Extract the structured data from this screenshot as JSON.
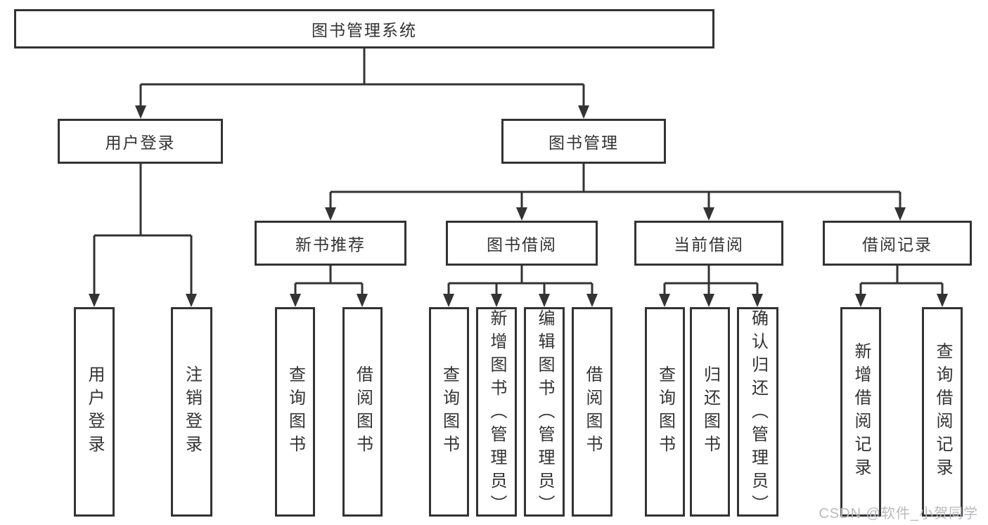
{
  "tree": {
    "root": {
      "label": "图书管理系统"
    },
    "children": [
      {
        "label": "用户登录",
        "children": [
          {
            "label": "用户登录"
          },
          {
            "label": "注销登录"
          }
        ]
      },
      {
        "label": "图书管理",
        "children": [
          {
            "label": "新书推荐",
            "children": [
              {
                "label": "查询图书"
              },
              {
                "label": "借阅图书"
              }
            ]
          },
          {
            "label": "图书借阅",
            "children": [
              {
                "label": "查询图书"
              },
              {
                "label": "新增图书（管理员）"
              },
              {
                "label": "编辑图书（管理员）"
              },
              {
                "label": "借阅图书"
              }
            ]
          },
          {
            "label": "当前借阅",
            "children": [
              {
                "label": "查询图书"
              },
              {
                "label": "归还图书"
              },
              {
                "label": "确认归还（管理员）"
              }
            ]
          },
          {
            "label": "借阅记录",
            "children": [
              {
                "label": "新增借阅记录"
              },
              {
                "label": "查询借阅记录"
              }
            ]
          }
        ]
      }
    ]
  },
  "watermark": {
    "text": "CSDN @软件_小贺同学"
  },
  "colors": {
    "line": "#333333",
    "box_border": "#333333",
    "box_background": "#ffffff",
    "text": "#333333",
    "watermark_text": "#b7babe"
  }
}
